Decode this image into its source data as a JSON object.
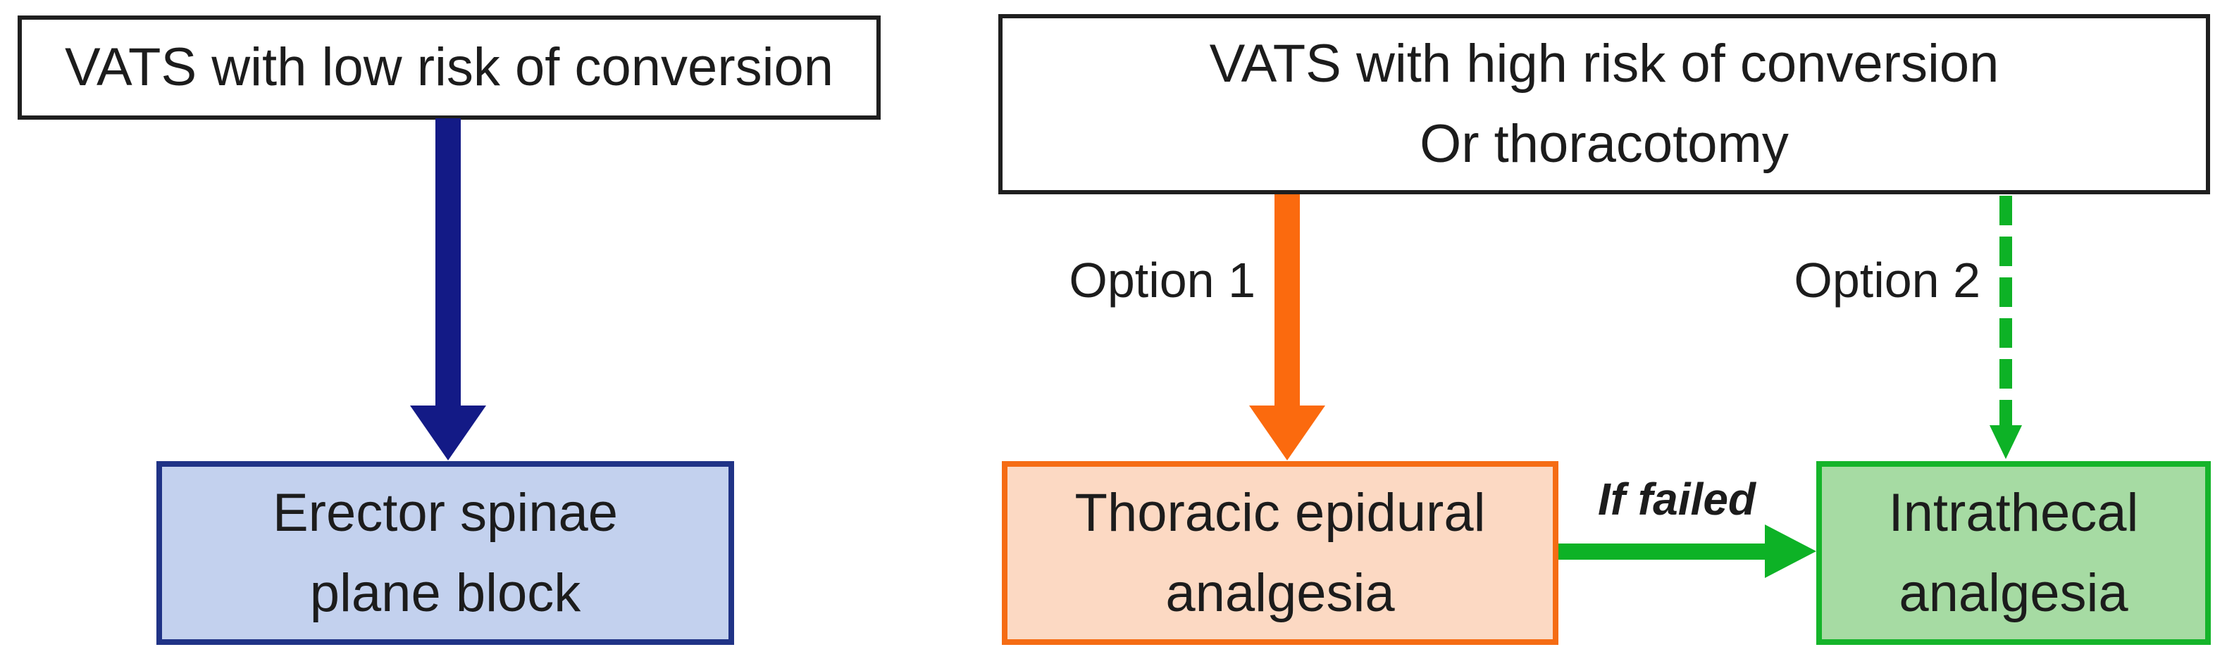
{
  "colors": {
    "navy_arrow": "#131a86",
    "esp_fill": "#c3d1ee",
    "esp_border": "#203386",
    "orange_arrow": "#fb6a0e",
    "epidural_fill": "#fcd9c3",
    "epidural_border": "#f56c14",
    "green_arrow": "#0db226",
    "intrathecal_fill": "#a6dba3",
    "intrathecal_border": "#15b42a",
    "top_box_outline": "#1f1f1f",
    "text": "#1c1c1c"
  },
  "left_flow": {
    "top_box": {
      "label": "VATS with low risk of conversion"
    },
    "esp_box": {
      "line1": "Erector spinae",
      "line2": "plane block"
    }
  },
  "right_flow": {
    "top_box": {
      "line1": "VATS with high risk of conversion",
      "line2": "Or thoracotomy"
    },
    "option1": {
      "label": "Option 1"
    },
    "option2": {
      "label": "Option 2"
    },
    "epidural_box": {
      "line1": "Thoracic epidural",
      "line2": "analgesia"
    },
    "if_failed": {
      "label": "If failed"
    },
    "intrathecal_box": {
      "line1": "Intrathecal",
      "line2": "analgesia"
    }
  }
}
